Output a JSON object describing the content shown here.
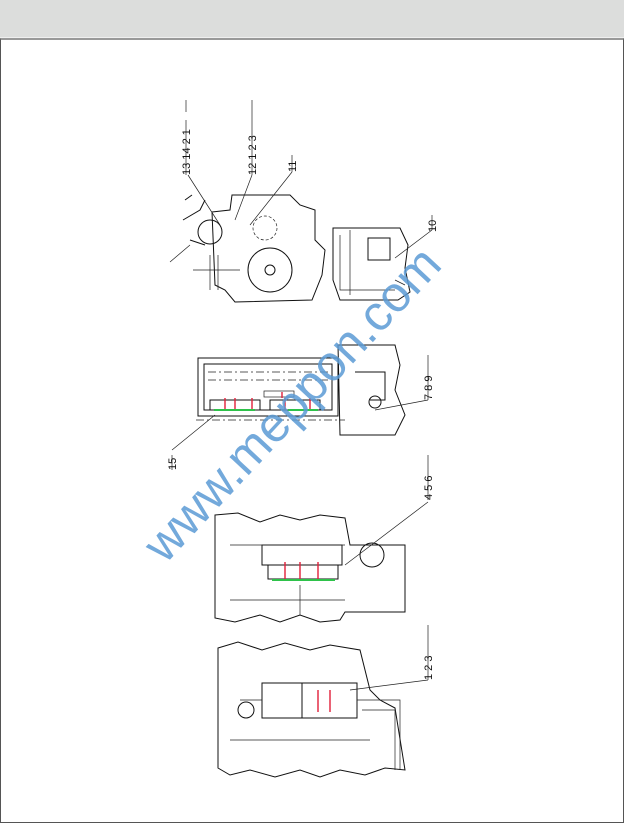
{
  "watermark": "www.meppon.com",
  "callouts": {
    "top_left": "13 14 2 1",
    "top_mid": "12 1 2 3",
    "top_right": "11",
    "side_view": "10",
    "radiator_group": "7 8 9",
    "radiator_pointer": "15",
    "frame_group": "4 5 6",
    "bottom_group": "1 2 3"
  },
  "colors": {
    "watermark": "#5b9bd5",
    "highlight_red": "#e0203a",
    "highlight_green": "#2ec24a"
  }
}
